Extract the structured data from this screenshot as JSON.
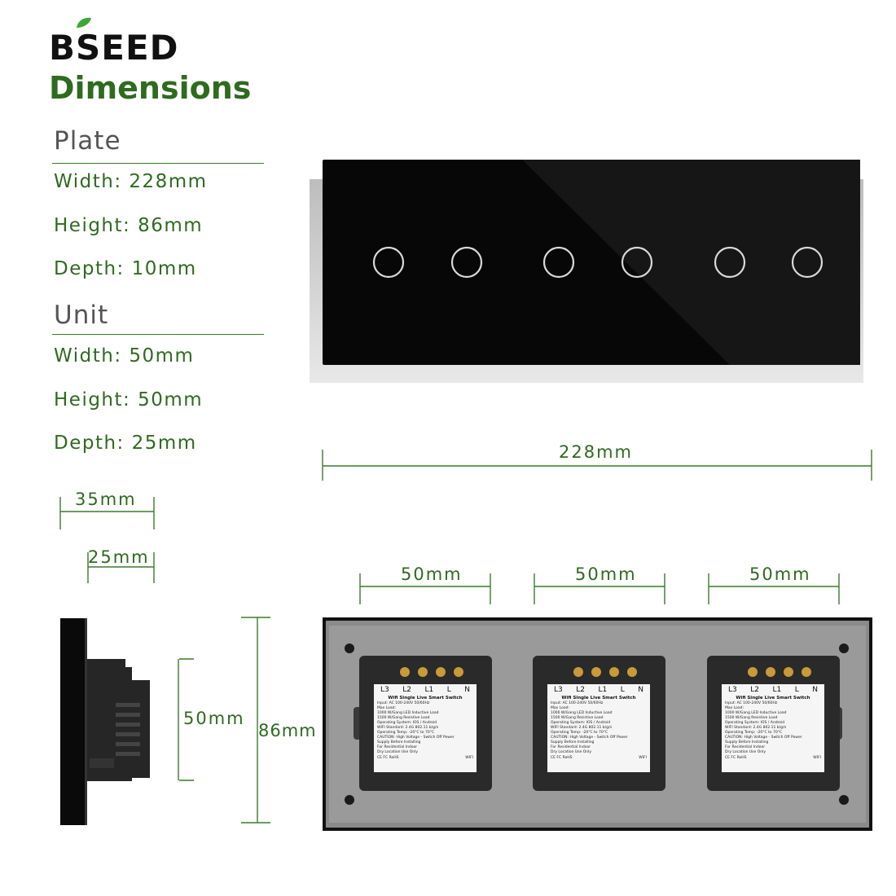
{
  "brand": {
    "name": "BSEED"
  },
  "title": "Dimensions",
  "plate": {
    "heading": "Plate",
    "width": "Width: 228mm",
    "height": "Height: 86mm",
    "depth": "Depth: 10mm"
  },
  "unit": {
    "heading": "Unit",
    "width": "Width: 50mm",
    "height": "Height: 50mm",
    "depth": "Depth: 25mm"
  },
  "dimensions": {
    "total_width": "228mm",
    "side_35": "35mm",
    "side_25": "25mm",
    "module_1": "50mm",
    "module_2": "50mm",
    "module_3": "50mm",
    "side_height": "50mm",
    "plate_height": "86mm"
  },
  "module_label": {
    "terminals": [
      "L3",
      "L2",
      "L1",
      "L",
      "N"
    ],
    "product": "Wifi Single Live Smart Switch",
    "lines": [
      "Input: AC 100-240V 50/60Hz",
      "Max Load:",
      "1000 W/Gang LED Inductive Load",
      "1500 W/Gang Resistive Load",
      "Operating System: IOS / Android",
      "WIFI Standard: 2.4G 802.11 b/g/n",
      "Operating Temp: -20°C to 70°C",
      "CAUTION: High Voltage - Switch Off Power",
      "Supply Before Installing",
      "For Residential Indoor",
      "Dry Location Use Only"
    ],
    "certs": "CE FC RoHS",
    "wifi": "WIFI"
  },
  "colors": {
    "accent_green": "#2e6b1f",
    "glass": "#0b0b0b",
    "back_plate": "#8c8c8c"
  }
}
